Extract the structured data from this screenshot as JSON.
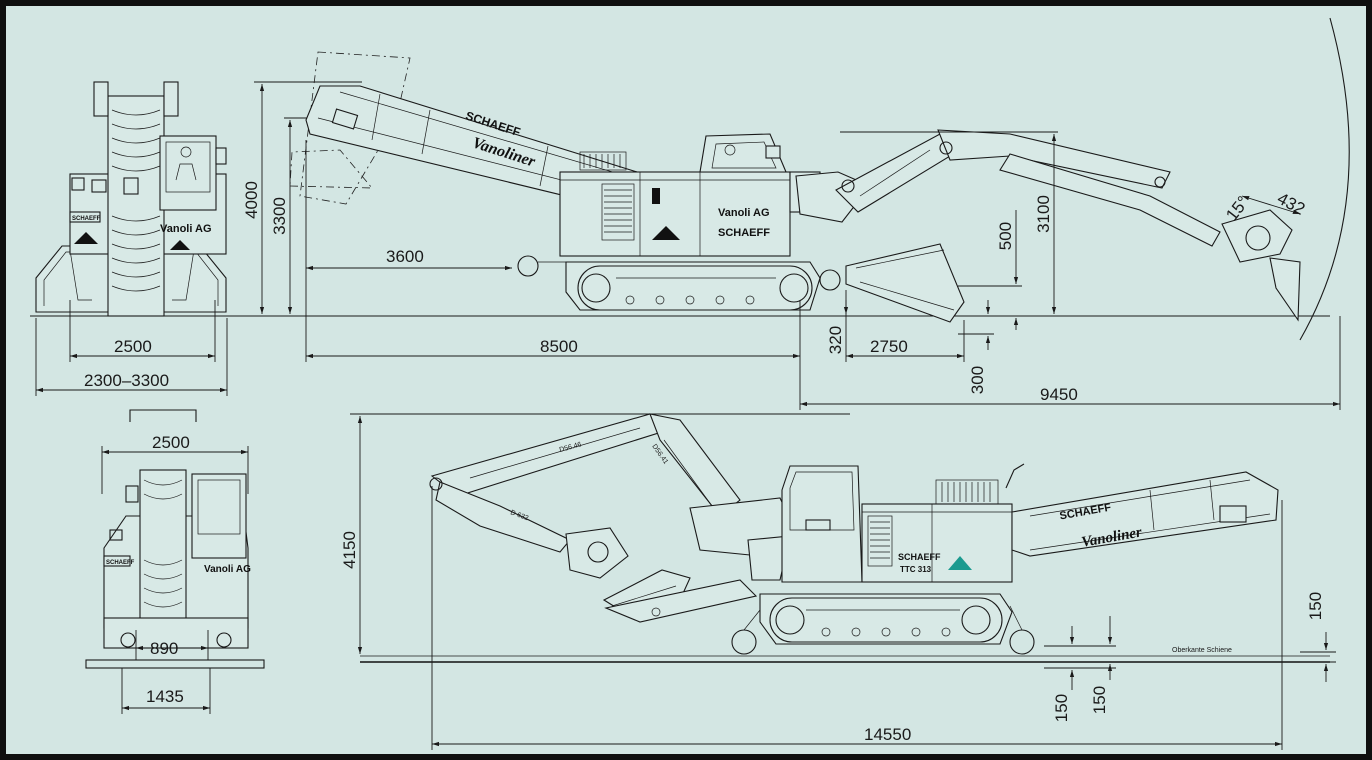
{
  "dimensions": {
    "front_top": {
      "width_2500": "2500",
      "width_range": "2300–3300"
    },
    "side_top": {
      "height_4000": "4000",
      "height_3300": "3300",
      "d_3600": "3600",
      "d_8500": "8500",
      "d_3100": "3100",
      "d_500": "500",
      "d_432": "432",
      "d_320": "320",
      "d_2750": "2750",
      "d_300": "300",
      "d_9450": "9450"
    },
    "front_bottom": {
      "width_2500": "2500",
      "d_890": "890",
      "d_1435": "1435"
    },
    "side_bottom": {
      "height_4150": "4150",
      "d_150_right": "150",
      "d_150_a": "150",
      "d_150_b": "150",
      "length_14550": "14550",
      "rail_label": "Oberkante Schiene",
      "boom_mark_1": "D56.46",
      "boom_mark_2": "D56.41",
      "boom_mark_3": "D 632"
    }
  },
  "labels": {
    "schaeff": "SCHAEFF",
    "schaeff_small": "SCHAEFF",
    "vanoli": "Vanoli AG",
    "vanoliner": "Vanoliner",
    "model": "TTC 313"
  },
  "colors": {
    "background": "#d3e6e3",
    "line": "#1a1a1a",
    "logo_accent": "#1a9a8f"
  }
}
